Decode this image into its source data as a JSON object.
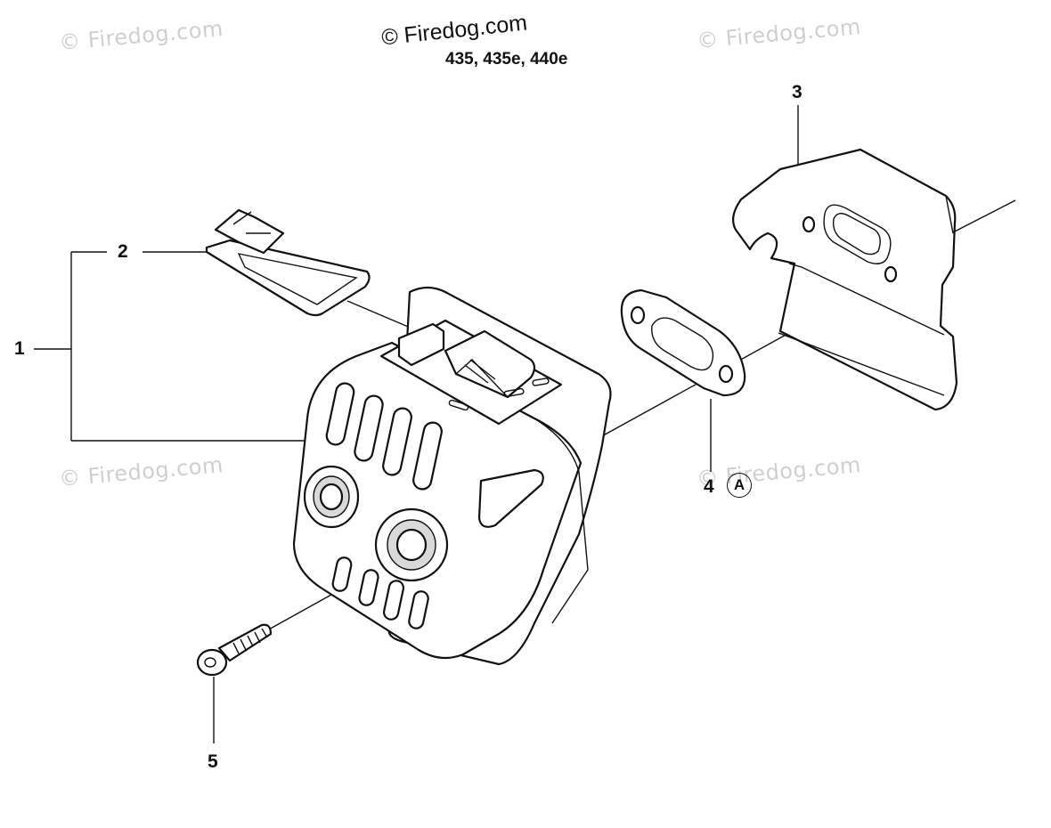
{
  "header": {
    "copyright": "© Firedog.com",
    "models": "435, 435e, 440e"
  },
  "watermark": {
    "text": "© Firedog.com"
  },
  "callouts": {
    "c1": "1",
    "c2": "2",
    "c3": "3",
    "c4": "4",
    "c4_ref": "A",
    "c5": "5"
  }
}
